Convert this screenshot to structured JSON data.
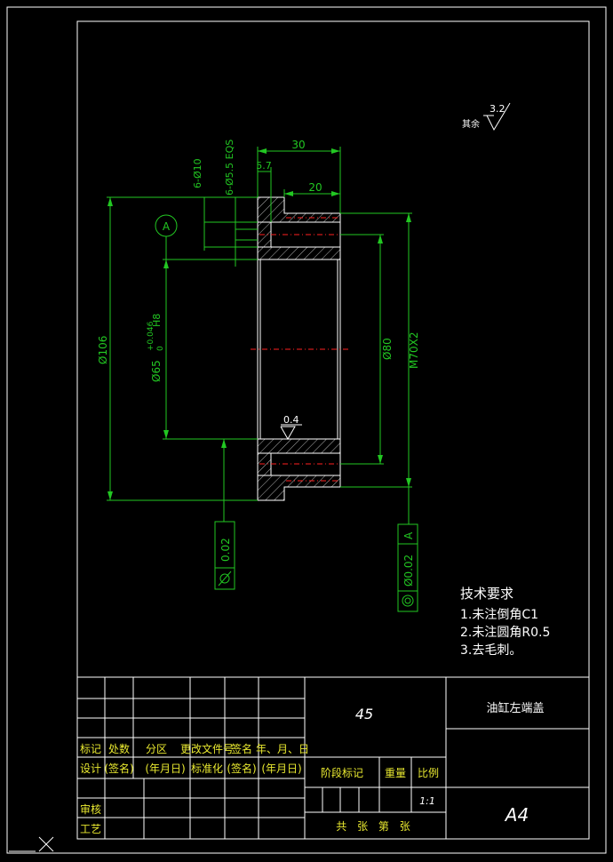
{
  "drawing": {
    "dimensions": {
      "d30": "30",
      "d5_7": "5.7",
      "d20": "20",
      "holes_10": "6-Ø10",
      "holes_5_5": "6-Ø5.5 EQS",
      "d106": "Ø106",
      "d65": "Ø65",
      "d65_tol_upper": "+0.046",
      "d65_tol_lower": "0",
      "d65_fit": "H8",
      "d80": "Ø80",
      "m70": "M70X2"
    },
    "datum_label": "A",
    "roughness_rest_label": "其余",
    "roughness_rest_value": "3.2",
    "roughness_bore_value": "0.4",
    "tolerance_cylindricity_value": "0.02",
    "tolerance_concentricity_value": "Ø0.02",
    "tolerance_concentricity_datum": "A"
  },
  "tech_requirements": {
    "title": "技术要求",
    "items": [
      "1.未注倒角C1",
      "2.未注圆角R0.5",
      "3.去毛刺。"
    ]
  },
  "title_block": {
    "material": "45",
    "part_name": "油缸左端盖",
    "sheet_size": "A4",
    "scale": "1:1",
    "sheet_info": "共 张 第 张",
    "revision_headers": [
      "标记",
      "处数",
      "分区",
      "更改文件号",
      "签名",
      "年、月、日"
    ],
    "row_design": [
      "设计",
      "(签名)",
      "(年月日)",
      "标准化",
      "(签名)",
      "(年月日)"
    ],
    "row_review": "审核",
    "row_process": "工艺",
    "stage_mark": "阶段标记",
    "weight": "重量",
    "ratio": "比例"
  }
}
